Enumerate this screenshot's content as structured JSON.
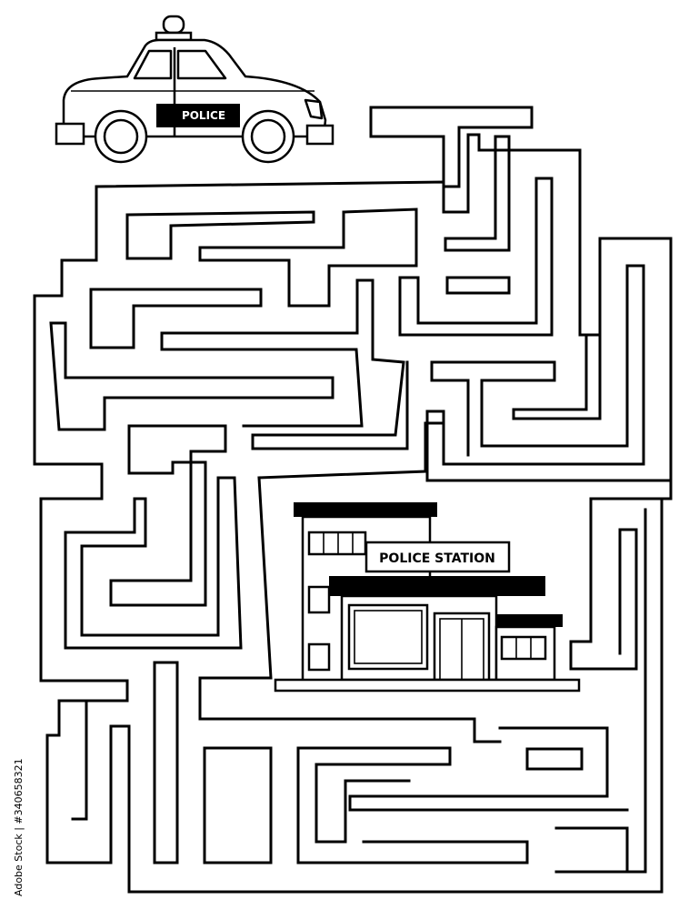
{
  "puzzle": {
    "type": "maze",
    "start_character": "police-car",
    "goal_building": "police-station",
    "car_label": "POLICE",
    "station_sign": "POLICE STATION"
  },
  "watermark": {
    "stock_id": "Adobe Stock | #340658321"
  },
  "colors": {
    "line": "#000000",
    "background": "#ffffff"
  }
}
